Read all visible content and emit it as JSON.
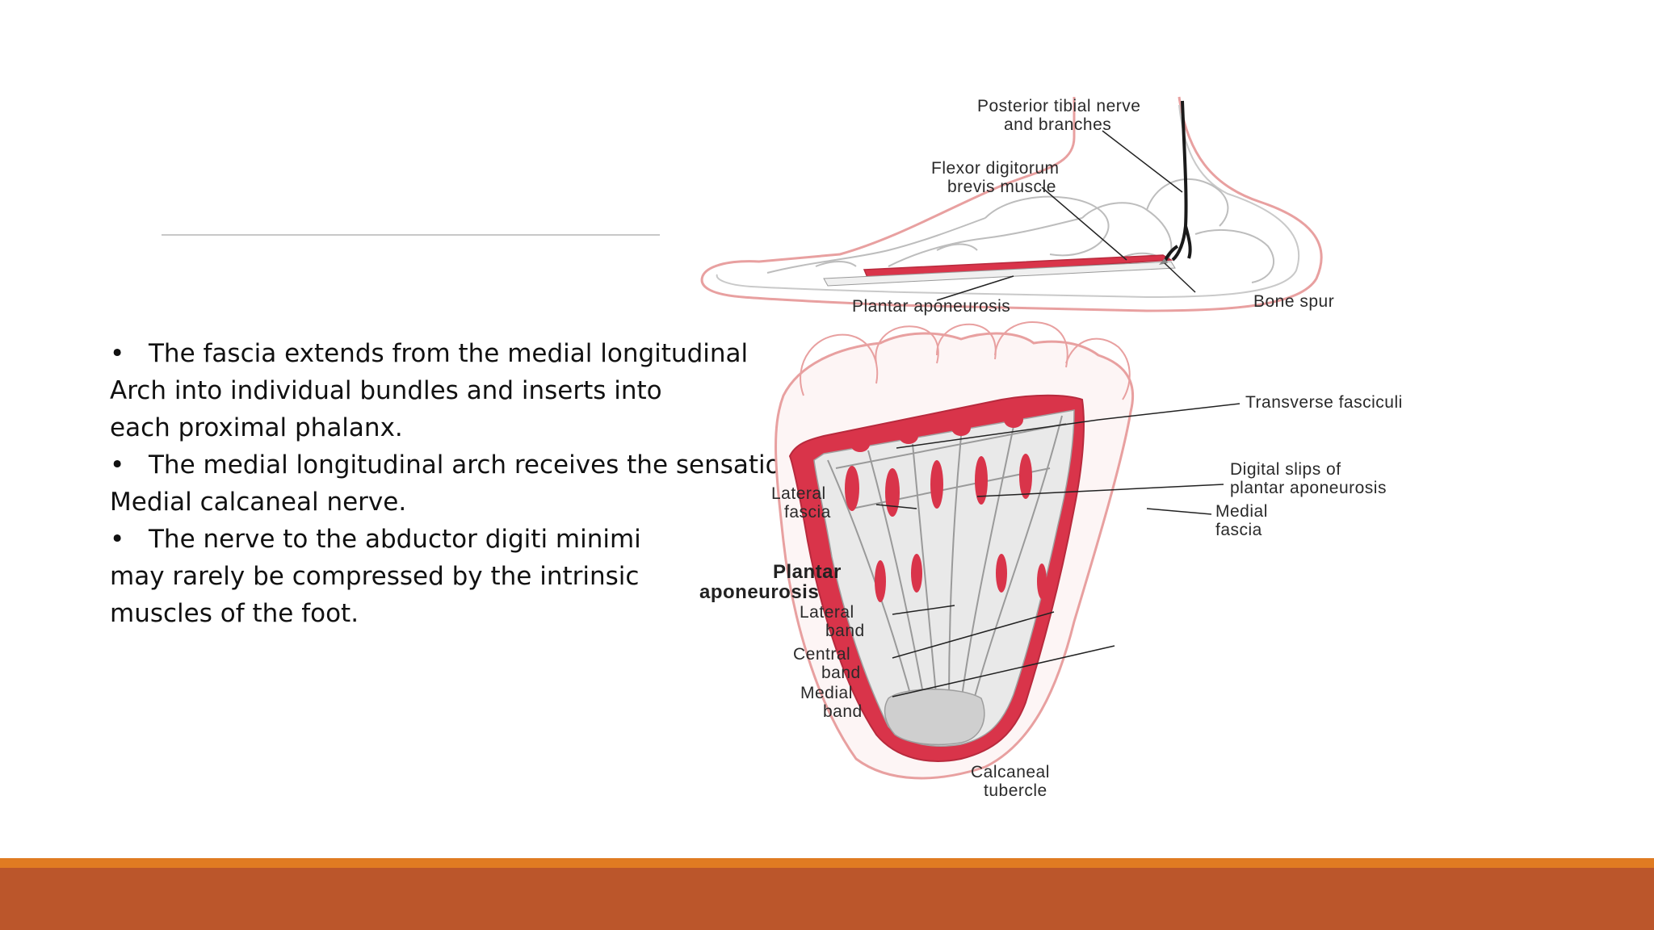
{
  "bullets": [
    {
      "lines": [
        "The fascia extends from the medial longitudinal",
        "Arch into individual bundles and inserts into",
        "each proximal phalanx."
      ]
    },
    {
      "lines": [
        "The medial longitudinal arch receives the sensation from",
        "Medial calcaneal nerve."
      ]
    },
    {
      "lines": [
        "The nerve to the abductor digiti minimi",
        "may rarely be compressed by the intrinsic",
        "muscles of the foot."
      ]
    }
  ],
  "bullet_glyph": "•",
  "side_view_labels": {
    "posterior_tibial_1": "Posterior tibial nerve",
    "posterior_tibial_2": "and branches",
    "flexor_1": "Flexor digitorum",
    "flexor_2": "brevis muscle",
    "plantar_aponeurosis": "Plantar aponeurosis",
    "bone_spur": "Bone spur"
  },
  "plantar_view_labels": {
    "transverse": "Transverse fasciculi",
    "digital_1": "Digital slips of",
    "digital_2": "plantar aponeurosis",
    "lateral_fascia_1": "Lateral",
    "lateral_fascia_2": "fascia",
    "medial_fascia_1": "Medial",
    "medial_fascia_2": "fascia",
    "plantar_1": "Plantar",
    "plantar_2": "aponeurosis",
    "lateral_band_1": "Lateral",
    "lateral_band_2": "band",
    "central_band_1": "Central",
    "central_band_2": "band",
    "medial_band_1": "Medial",
    "medial_band_2": "band",
    "calcaneal_1": "Calcaneal",
    "calcaneal_2": "tubercle"
  },
  "colors": {
    "fascia_red": "#d9344a",
    "skin_outline": "#e8a0a0",
    "footer_accent": "#e07b22",
    "footer": "#bb562b"
  }
}
